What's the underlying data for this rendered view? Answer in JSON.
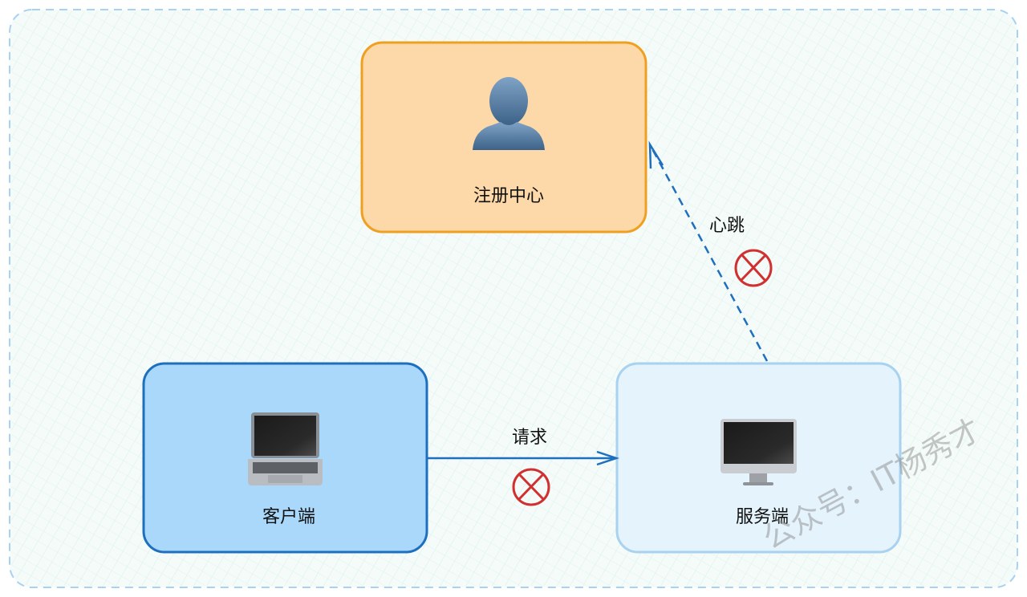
{
  "nodes": {
    "registry": {
      "label": "注册中心",
      "icon": "user-silhouette-icon",
      "fill": "#FDD8A8",
      "stroke": "#F0A020"
    },
    "client": {
      "label": "客户端",
      "icon": "laptop-icon",
      "fill": "#A9D8FB",
      "stroke": "#1F6FBF"
    },
    "server": {
      "label": "服务端",
      "icon": "desktop-monitor-icon",
      "fill": "#E4F3FC",
      "stroke": "#A8D2F0"
    }
  },
  "edges": {
    "request": {
      "label": "请求",
      "from": "client",
      "to": "server",
      "style": "solid",
      "status": "failed",
      "color": "#1F6FBF"
    },
    "heartbeat": {
      "label": "心跳",
      "from": "server",
      "to": "registry",
      "style": "dashed",
      "status": "failed",
      "color": "#1F6FBF"
    }
  },
  "failure_marker_color": "#D03030",
  "container_border_color": "#A8D2F0",
  "watermark": "公众号：IT杨秀才"
}
